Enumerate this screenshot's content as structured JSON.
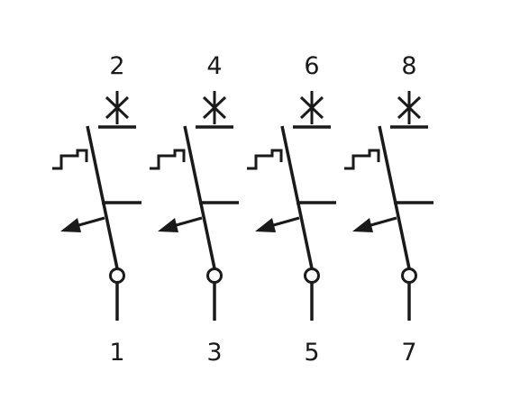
{
  "diagram": {
    "poles": [
      {
        "top_terminal": "2",
        "bottom_terminal": "1"
      },
      {
        "top_terminal": "4",
        "bottom_terminal": "3"
      },
      {
        "top_terminal": "6",
        "bottom_terminal": "5"
      },
      {
        "top_terminal": "8",
        "bottom_terminal": "7"
      }
    ],
    "line_color": "#1a1a1a",
    "background": "#ffffff"
  }
}
